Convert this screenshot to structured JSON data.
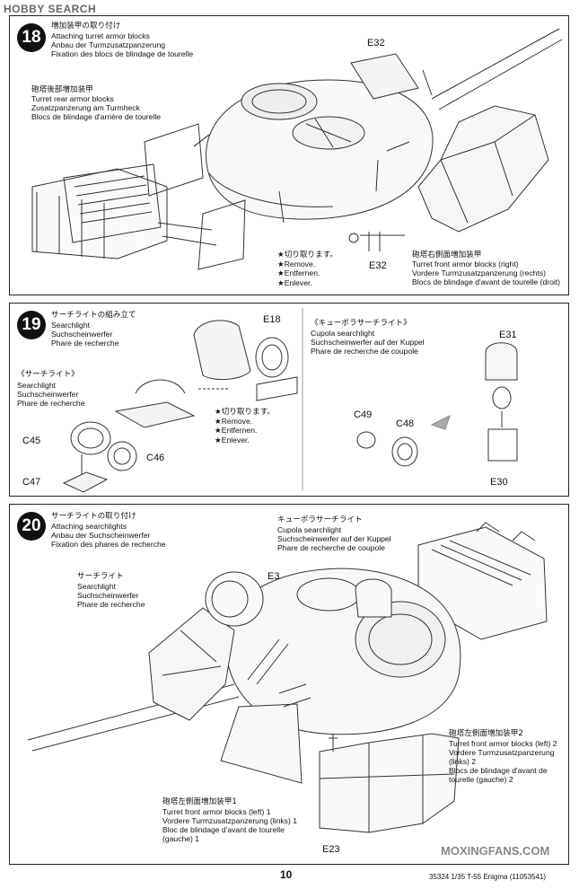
{
  "watermark_top": "HOBBY SEARCH",
  "watermark_bottom": "MOXINGFANS.COM",
  "page_number": "10",
  "footer": "35324 1/35 T-55 Enigma (11053541)",
  "remove_symbol": "★",
  "remove_jp": "切り取ります。",
  "remove_en": "Remove.",
  "remove_de": "Entfernen.",
  "remove_fr": "Enlever.",
  "step18": {
    "number": "18",
    "title_jp": "増加装甲の取り付け",
    "title_en": "Attaching turret armor blocks",
    "title_de": "Anbau der Turmzusatzpanzerung",
    "title_fr": "Fixation des blocs de blindage de tourelle",
    "rear_jp": "砲塔後部増加装甲",
    "rear_en": "Turret rear armor blocks",
    "rear_de": "Zusatzpanzerung am Turmheck",
    "rear_fr": "Blocs de blindage d'arrière de tourelle",
    "front_jp": "砲塔右側面増加装甲",
    "front_en": "Turret front armor blocks (right)",
    "front_de": "Vordere Turmzusatzpanzerung (rechts)",
    "front_fr": "Blocs de blindage d'avant de tourelle (droit)",
    "part_a": "E32",
    "part_b": "E32"
  },
  "step19": {
    "number": "19",
    "title_jp": "サーチライトの組み立て",
    "title_en": "Searchlight",
    "title_de": "Suchscheinwerfer",
    "title_fr": "Phare de recherche",
    "sub_jp": "《サーチライト》",
    "sub_en": "Searchlight",
    "sub_de": "Suchscheinwerfer",
    "sub_fr": "Phare de recherche",
    "cupola_jp": "《キューポラサーチライト》",
    "cupola_en": "Cupola searchlight",
    "cupola_de": "Suchscheinwerfer auf der Kuppel",
    "cupola_fr": "Phare de recherche de coupole",
    "parts": {
      "e18": "E18",
      "c45": "C45",
      "c46": "C46",
      "c47": "C47",
      "c49": "C49",
      "c48": "C48",
      "e31": "E31",
      "e30": "E30"
    }
  },
  "step20": {
    "number": "20",
    "title_jp": "サーチライトの取り付け",
    "title_en": "Attaching searchlights",
    "title_de": "Anbau der Suchscheinwerfer",
    "title_fr": "Fixation des phares de recherche",
    "sl_jp": "サーチライト",
    "sl_en": "Searchlight",
    "sl_de": "Suchscheinwerfer",
    "sl_fr": "Phare de recherche",
    "csl_jp": "キューポラサーチライト",
    "csl_en": "Cupola searchlight",
    "csl_de": "Suchscheinwerfer auf der Kuppel",
    "csl_fr": "Phare de recherche de coupole",
    "right2_jp": "砲塔左側面増加装甲2",
    "right2_en": "Turret front armor blocks (left) 2",
    "right2_de1": "Vordere    Turmzusatzpanzerung",
    "right2_de2": "(links) 2",
    "right2_fr1": "Blocs de blindage d'avant de",
    "right2_fr2": "tourelle (gauche) 2",
    "left1_jp": "砲塔左側面増加装甲1",
    "left1_en": "Turret front armor blocks (left) 1",
    "left1_de": "Vordere Turmzusatzpanzerung (links) 1",
    "left1_fr1": "Bloc de blindage d'avant de tourelle",
    "left1_fr2": "(gauche) 1",
    "part_e3": "E3",
    "part_e23": "E23"
  }
}
